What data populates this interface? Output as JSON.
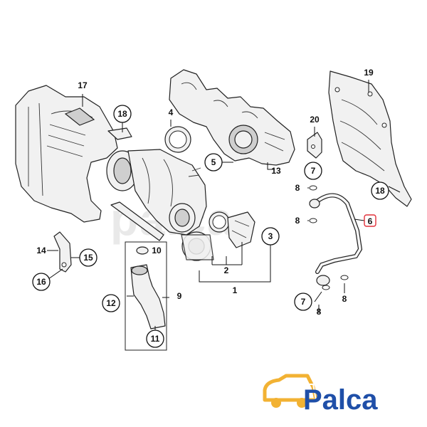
{
  "diagram": {
    "callouts": [
      {
        "id": "c17",
        "label": "17"
      },
      {
        "id": "c18a",
        "label": "18"
      },
      {
        "id": "c4",
        "label": "4"
      },
      {
        "id": "c19",
        "label": "19"
      },
      {
        "id": "c20",
        "label": "20"
      },
      {
        "id": "c5",
        "label": "5"
      },
      {
        "id": "c13",
        "label": "13"
      },
      {
        "id": "c7a",
        "label": "7"
      },
      {
        "id": "c8a",
        "label": "8"
      },
      {
        "id": "c18b",
        "label": "18"
      },
      {
        "id": "c8b",
        "label": "8"
      },
      {
        "id": "c6",
        "label": "6"
      },
      {
        "id": "c3",
        "label": "3"
      },
      {
        "id": "c14",
        "label": "14"
      },
      {
        "id": "c15",
        "label": "15"
      },
      {
        "id": "c10",
        "label": "10"
      },
      {
        "id": "c16",
        "label": "16"
      },
      {
        "id": "c2",
        "label": "2"
      },
      {
        "id": "c1",
        "label": "1"
      },
      {
        "id": "c9",
        "label": "9"
      },
      {
        "id": "c12",
        "label": "12"
      },
      {
        "id": "c11",
        "label": "11"
      },
      {
        "id": "c7b",
        "label": "7"
      },
      {
        "id": "c8c",
        "label": "8"
      },
      {
        "id": "c8d",
        "label": "8"
      }
    ]
  },
  "watermark": "palca",
  "logo": {
    "text": "Palca",
    "colors": {
      "primary": "#1f4fa8",
      "accent": "#f2b233"
    }
  },
  "highlight": {
    "label": "6",
    "color": "#e0303a"
  }
}
